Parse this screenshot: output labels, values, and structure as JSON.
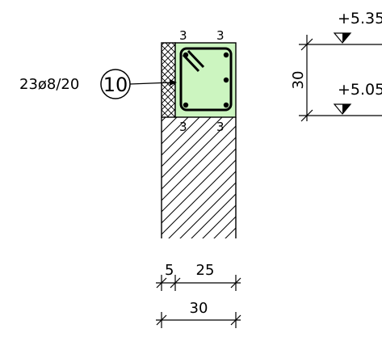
{
  "rebar_label": "23ø8/20",
  "bar_mark": "10",
  "cover_top_left": "3",
  "cover_top_right": "3",
  "cover_bottom_left": "3",
  "cover_bottom_right": "3",
  "dim_insulation": "5",
  "dim_beam_width": "25",
  "dim_total_width": "30",
  "dim_beam_height": "30",
  "level_top": "+5.35",
  "level_bottom": "+5.05",
  "colors": {
    "beam_fill": "#ccf5c0",
    "line": "#000000"
  }
}
